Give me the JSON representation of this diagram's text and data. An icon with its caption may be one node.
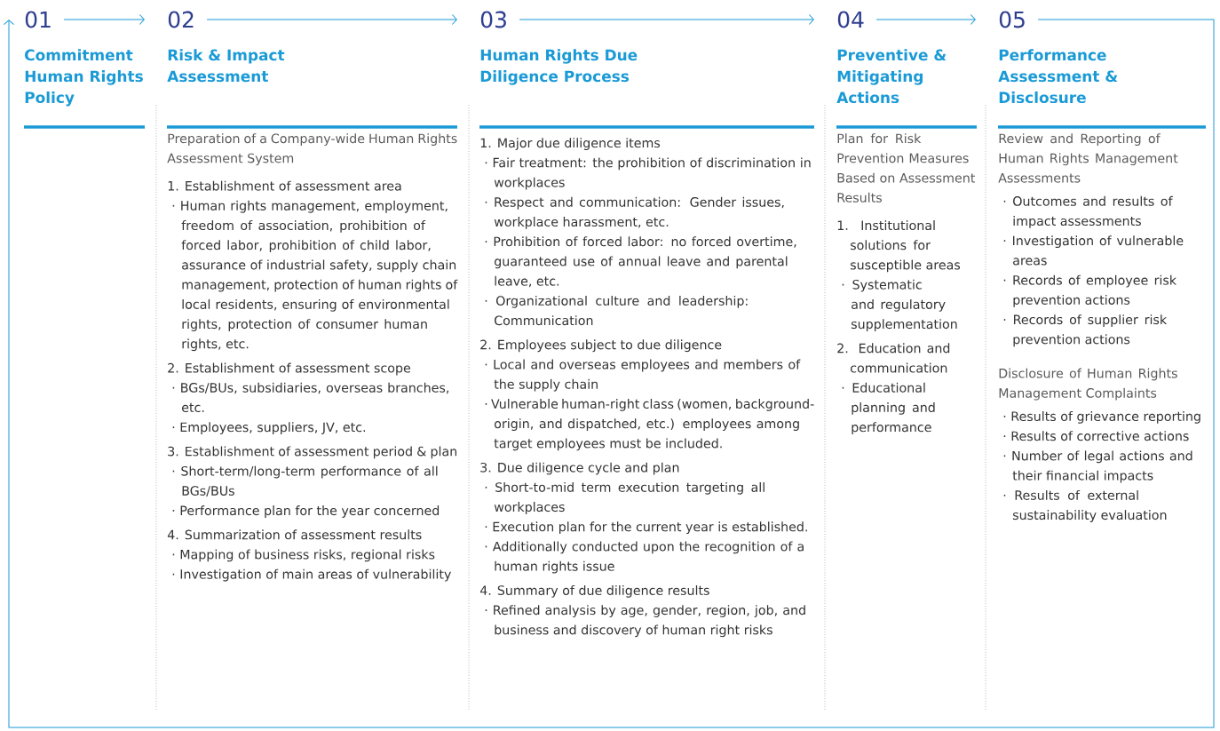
{
  "diagram": {
    "nodes": [
      {
        "text": [
          "01"
        ]
      },
      {
        "text": [
          "02"
        ]
      },
      {
        "text": [
          "03"
        ]
      },
      {
        "text": [
          "04"
        ]
      },
      {
        "text": [
          "05"
        ]
      },
      {
        "text": [
          "Commitment Human Rights Policy"
        ]
      },
      {
        "text": [
          "Risk & Impact Assessment",
          "Preparation of a Company-wide Human Rights Assessment System",
          "1. Establishment of assessment area",
          "· Human rights management, employment, freedom of association, prohibition of forced labor, prohibition of child labor, assurance of industrial safety, supply chain management, protection of human rights of local residents, ensuring of environmental rights, protection of consumer human rights, etc.",
          "2. Establishment of assessment scope",
          "· BGs/BUs, subsidiaries, overseas branches, etc.",
          "· Employees, suppliers, JV, etc.",
          "3. Establishment of assessment period & plan",
          "· Short-term/long-term performance of all BGs/BUs",
          "· Performance plan for the year concerned",
          "4. Summarization of assessment results",
          "· Mapping of business risks, regional risks",
          "· Investigation of main areas of vulnerability"
        ]
      },
      {
        "text": [
          "Human Rights Due Diligence Process",
          "1. Major due diligence items",
          "· Fair treatment: the prohibition of discrimination in workplaces",
          "· Respect and communication: Gender issues, workplace harassment, etc.",
          "· Prohibition of forced labor: no forced overtime, guaranteed use of annual leave and parental leave, etc.",
          "· Organizational culture and leadership: Communication",
          "2. Employees subject to due diligence",
          "· Local and overseas employees and members of the supply chain",
          "· Vulnerable human-right class (women, background-origin, and dispatched, etc.) employees among target employees must be included.",
          "3. Due diligence cycle and plan",
          "· Short-to-mid term execution targeting all workplaces",
          "· Execution plan for the current year is established.",
          "· Additionally conducted upon the recognition of a human rights issue",
          "4. Summary of due diligence results",
          "· Refined analysis by age, gender, region, job, and business and discovery of human right risks"
        ]
      },
      {
        "text": [
          "Preventive & Mitigating Actions",
          "Plan for Risk Prevention Measures Based on Assessment Results",
          "1. Institutional solutions for susceptible areas",
          "· Systematic and regulatory supplementation",
          "2. Education and communication",
          "· Educational planning and performance"
        ]
      },
      {
        "text": [
          "Performance Assessment & Disclosure",
          "Review and Reporting of Human Rights Management Assessments",
          "· Outcomes and results of impact assessments",
          "· Investigation of vulnerable areas",
          "· Records of employee risk prevention actions",
          "· Records of supplier risk prevention actions",
          "Disclosure of Human Rights Management Complaints",
          "· Results of grievance reporting",
          "· Results of corrective actions",
          "· Number of legal actions and their financial impacts",
          "· Results of external sustainability evaluation"
        ]
      }
    ],
    "edges": [
      {
        "from": 0,
        "to": 1,
        "arrow": "to"
      },
      {
        "from": 1,
        "to": 2,
        "arrow": "to"
      },
      {
        "from": 2,
        "to": 3,
        "arrow": "to"
      },
      {
        "from": 3,
        "to": 4,
        "arrow": "to"
      },
      {
        "from": 4,
        "to": 0,
        "arrow": "to"
      }
    ]
  }
}
